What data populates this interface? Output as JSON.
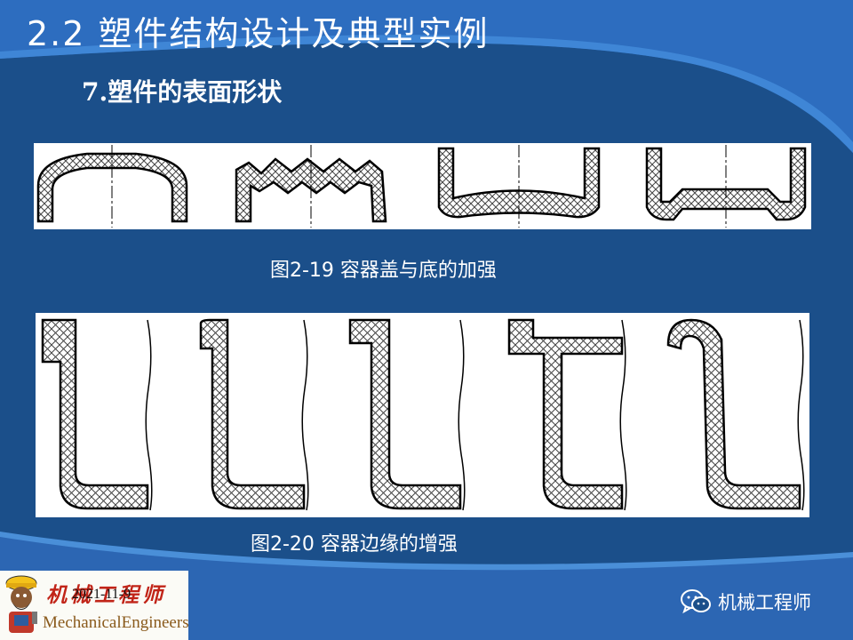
{
  "slide": {
    "title": "2.2  塑件结构设计及典型实例",
    "subtitle": "7.塑件的表面形状"
  },
  "figure_1": {
    "caption": "图2-19  容器盖与底的加强"
  },
  "figure_2": {
    "caption": "图2-20  容器边缘的增强"
  },
  "footer": {
    "date": "2021-11-9",
    "logo_cn": "机械工程师",
    "logo_en": "MechanicalEngineers",
    "wechat_name": "机械工程师"
  },
  "colors": {
    "background": "#1b4f8a",
    "swoosh": "#2c6bbd",
    "hatch_line": "#444444",
    "text": "#ffffff"
  },
  "icons": [
    "cartoon-engineer-icon",
    "wechat-icon"
  ]
}
